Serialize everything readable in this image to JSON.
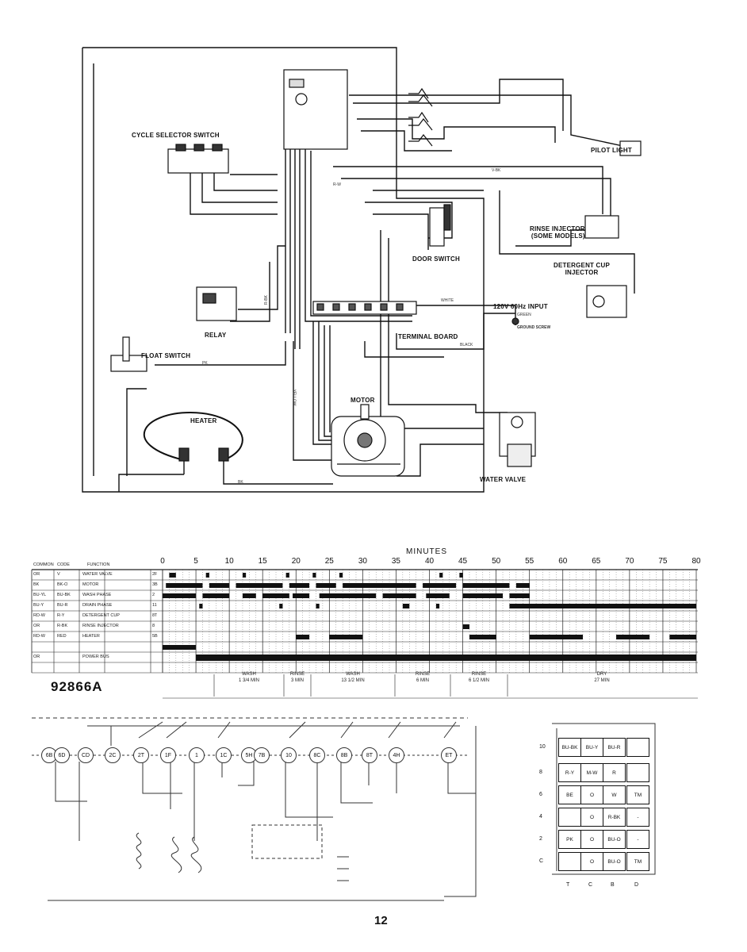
{
  "wiring": {
    "labels": {
      "cycle_selector": "CYCLE SELECTOR SWITCH",
      "pilot_light": "PILOT LIGHT",
      "rinse_injector": "RINSE INJECTOR\n(SOME MODELS)",
      "door_switch": "DOOR SWITCH",
      "detergent_cup": "DETERGENT CUP\nINJECTOR",
      "input": "120V 60Hz INPUT",
      "ground": "GROUND SCREW",
      "relay": "RELAY",
      "terminal_board": "TERMINAL BOARD",
      "float_switch": "FLOAT SWITCH",
      "heater": "HEATER",
      "motor": "MOTOR",
      "water_valve": "WATER VALVE"
    },
    "wires": {
      "white": "WHITE",
      "black": "BLACK",
      "green": "GREEN",
      "yellow": "YELLOW",
      "r_w": "R-W",
      "pk": "PK",
      "bk": "BK",
      "v_bk": "V-BK",
      "r_bk": "R-BK"
    }
  },
  "timing": {
    "axis_title": "MINUTES",
    "ticks": [
      "0",
      "5",
      "10",
      "15",
      "20",
      "25",
      "30",
      "35",
      "40",
      "45",
      "50",
      "55",
      "60",
      "65",
      "70",
      "75",
      "80"
    ],
    "header": {
      "common": "COMMON",
      "code": "CODE",
      "function": "FUNCTION"
    },
    "rows": [
      {
        "common": "OR",
        "code": "V",
        "function": "WATER VALVE",
        "term": "2F"
      },
      {
        "common": "BK",
        "code": "BK-O",
        "function": "MOTOR",
        "term": "3B"
      },
      {
        "common": "BU-YL",
        "code": "BU-BK",
        "function": "WASH PHASE",
        "term": "2"
      },
      {
        "common": "BU-Y",
        "code": "BU-R",
        "function": "DRAIN PHASE",
        "term": "11"
      },
      {
        "common": "RD-W",
        "code": "R-Y",
        "function": "DETERGENT CUP",
        "term": "8T"
      },
      {
        "common": "OR",
        "code": "R-BK",
        "function": "RINSE INJECTOR",
        "term": "8"
      },
      {
        "common": "RD-W",
        "code": "RED",
        "function": "HEATER",
        "term": "5B"
      },
      {
        "common": "",
        "code": "",
        "function": "",
        "term": ""
      },
      {
        "common": "OR",
        "code": "",
        "function": "POWER BUS",
        "term": ""
      }
    ],
    "phases": [
      {
        "name": "WASH",
        "time": "1 3/4 MIN"
      },
      {
        "name": "RINSE",
        "time": "3 MIN"
      },
      {
        "name": "WASH",
        "time": "13 1/2 MIN"
      },
      {
        "name": "RINSE",
        "time": "6 MIN"
      },
      {
        "name": "RINSE",
        "time": "6 1/2 MIN"
      },
      {
        "name": "DRY",
        "time": "27 MIN"
      }
    ]
  },
  "model_number": "92866A",
  "schematic": {
    "nodes": [
      "6B",
      "6D",
      "CD",
      "2C",
      "2T",
      "1F",
      "1",
      "1C",
      "5H",
      "7B",
      "10",
      "8C",
      "8B",
      "8T",
      "4H",
      "ET"
    ]
  },
  "terminal_grid": {
    "row_labels": [
      "10",
      "8",
      "6",
      "4",
      "2",
      "C"
    ],
    "col_labels": [
      "T",
      "C",
      "B",
      "D"
    ],
    "cells": [
      [
        "BU-BK",
        "BU-Y",
        "BU-R",
        ""
      ],
      [
        "R-Y",
        "M-W",
        "R",
        ""
      ],
      [
        "BE",
        "O",
        "W",
        "TM"
      ],
      [
        "",
        "O",
        "R-BK",
        "-"
      ],
      [
        "PK",
        "O",
        "BU-O",
        "-"
      ],
      [
        "",
        "O",
        "BU-O",
        "TM"
      ]
    ]
  },
  "page_number": "12"
}
